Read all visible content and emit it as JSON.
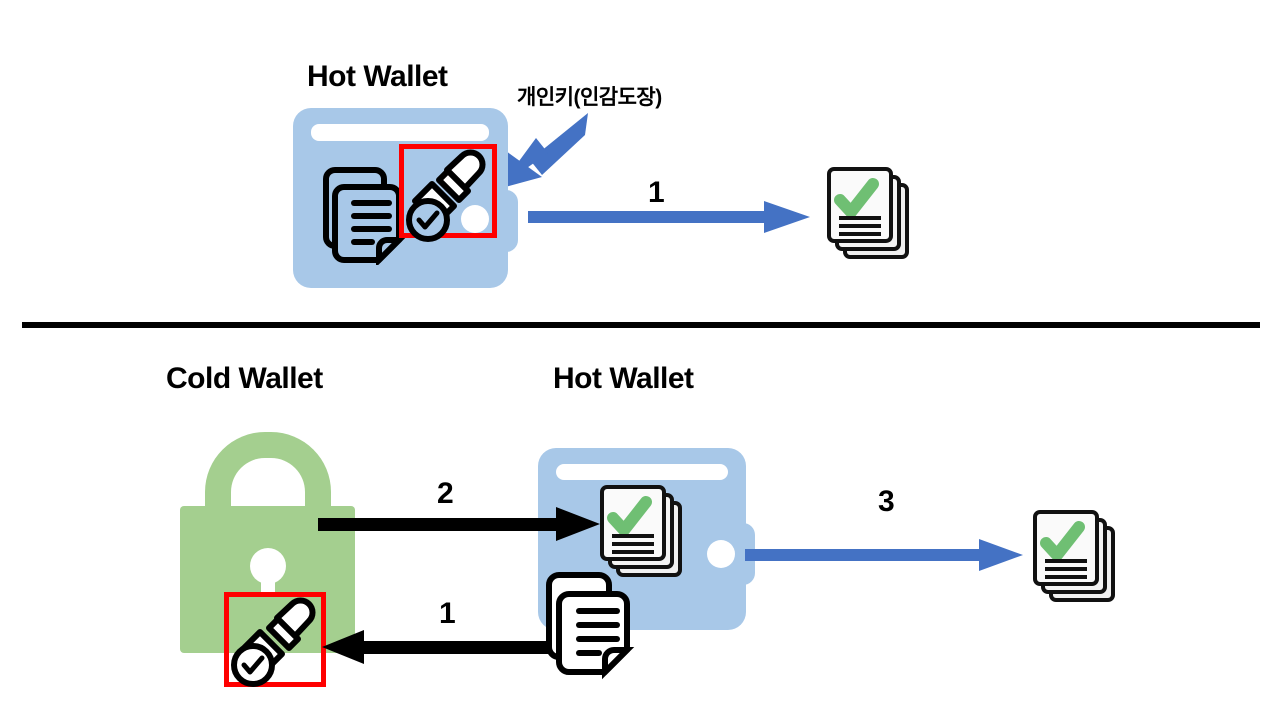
{
  "diagram": {
    "title_top": "Hot Wallet",
    "background_color": "#ffffff",
    "divider_color": "#000000",
    "colors": {
      "wallet_blue": "#a8c8e8",
      "lock_green": "#a4cf8f",
      "arrow_blue": "#4472c4",
      "arrow_black": "#000000",
      "highlight_red": "#ff0000",
      "check_green": "#6fbf73",
      "document_gray": "#eeeeee"
    }
  },
  "top_section": {
    "wallet_label": "Hot Wallet",
    "key_label": "개인키(인감도장)",
    "arrow_step": "1",
    "icons": {
      "wallet": "wallet-icon",
      "documents": "document-stack-icon",
      "stamp": "stamp-seal-icon",
      "check_badge": "check-circle-icon",
      "signed_documents": "signed-document-stack-icon",
      "key_pointer": "blue-diagonal-arrow-icon"
    }
  },
  "bottom_section": {
    "cold_wallet_label": "Cold Wallet",
    "hot_wallet_label": "Hot Wallet",
    "steps": {
      "step1": "1",
      "step2": "2",
      "step3": "3"
    },
    "icons": {
      "padlock": "padlock-icon",
      "stamp": "stamp-seal-icon",
      "check_badge": "check-circle-icon",
      "wallet": "wallet-icon",
      "signed_documents": "signed-document-stack-icon",
      "unsigned_documents": "document-stack-icon",
      "arrow_to_cold": "black-left-arrow-icon",
      "arrow_to_hot": "black-right-arrow-icon",
      "arrow_broadcast": "blue-right-arrow-icon"
    }
  }
}
